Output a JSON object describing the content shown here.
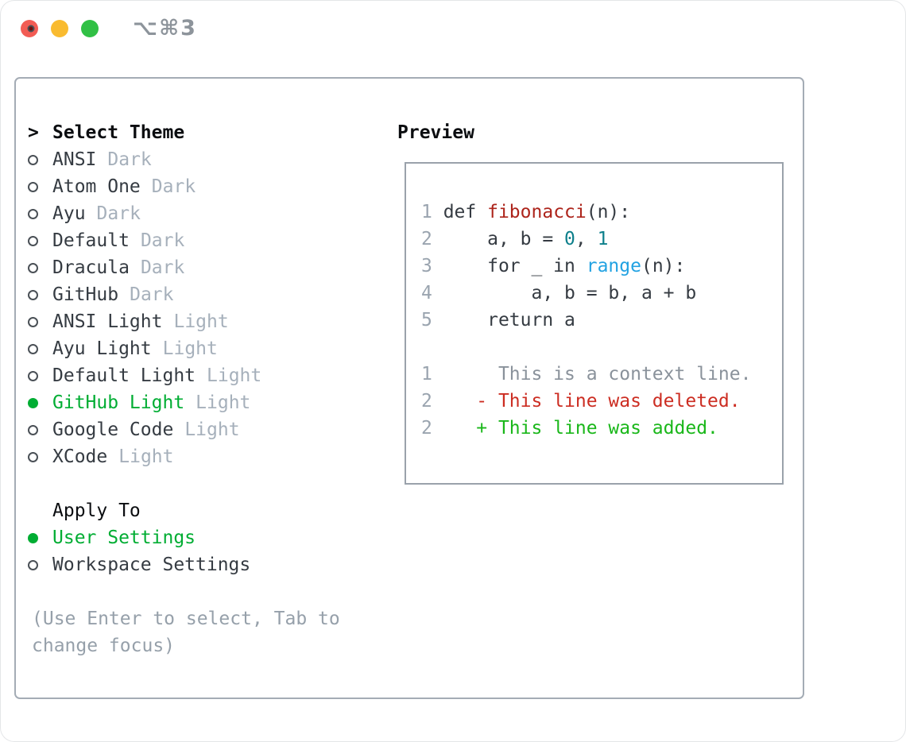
{
  "colors": {
    "ink-header": "#0b0d10",
    "ink": "#353b42",
    "tag": "#a6b0bb",
    "help": "#96a0aa",
    "green-select": "#00ad33",
    "green-add": "#1ab71a",
    "red-del": "#cc2d22",
    "red-fn": "#ad241b",
    "teal-num": "#0d7f8b",
    "blue-builtin": "#22a2e2",
    "gray-ln": "#9aa4af",
    "gray-ctx": "#8a929b",
    "panel-border": "#a4acb5",
    "box-border": "#9aa2ab",
    "tl-red": "#f25c54",
    "tl-red-dot": "#6e0f0b",
    "tl-yellow": "#f9bb30",
    "tl-green": "#31c045",
    "shortcut": "#8d949b"
  },
  "titlebar": {
    "shortcut": "⌥⌘3"
  },
  "theme_panel": {
    "title_prefix": ">",
    "title": "Select Theme",
    "themes": [
      {
        "name": "ANSI",
        "tag": "Dark",
        "selected": false
      },
      {
        "name": "Atom One",
        "tag": "Dark",
        "selected": false
      },
      {
        "name": "Ayu",
        "tag": "Dark",
        "selected": false
      },
      {
        "name": "Default",
        "tag": "Dark",
        "selected": false
      },
      {
        "name": "Dracula",
        "tag": "Dark",
        "selected": false
      },
      {
        "name": "GitHub",
        "tag": "Dark",
        "selected": false
      },
      {
        "name": "ANSI Light",
        "tag": "Light",
        "selected": false
      },
      {
        "name": "Ayu Light",
        "tag": "Light",
        "selected": false
      },
      {
        "name": "Default Light",
        "tag": "Light",
        "selected": false
      },
      {
        "name": "GitHub Light",
        "tag": "Light",
        "selected": true
      },
      {
        "name": "Google Code",
        "tag": "Light",
        "selected": false
      },
      {
        "name": "XCode",
        "tag": "Light",
        "selected": false
      }
    ],
    "apply_to": {
      "title": "Apply To",
      "options": [
        {
          "name": "User Settings",
          "selected": true
        },
        {
          "name": "Workspace Settings",
          "selected": false
        }
      ]
    },
    "help": "(Use Enter to select, Tab to change focus)"
  },
  "preview": {
    "title": "Preview",
    "lines": [
      {
        "segs": [
          [
            "ln",
            "1"
          ],
          [
            "pl",
            " def "
          ],
          [
            "fn",
            "fibonacci"
          ],
          [
            "pl",
            "(n):"
          ]
        ]
      },
      {
        "segs": [
          [
            "ln",
            "2"
          ],
          [
            "pl",
            "     a, b = "
          ],
          [
            "nm",
            "0"
          ],
          [
            "pl",
            ", "
          ],
          [
            "nm",
            "1"
          ]
        ]
      },
      {
        "segs": [
          [
            "ln",
            "3"
          ],
          [
            "pl",
            "     for _ in "
          ],
          [
            "bi",
            "range"
          ],
          [
            "pl",
            "(n):"
          ]
        ]
      },
      {
        "segs": [
          [
            "ln",
            "4"
          ],
          [
            "pl",
            "         a, b = b, a + b"
          ]
        ]
      },
      {
        "segs": [
          [
            "ln",
            "5"
          ],
          [
            "pl",
            "     return a"
          ]
        ]
      },
      {
        "segs": []
      },
      {
        "segs": [
          [
            "ln",
            "1"
          ],
          [
            "ctx",
            "      This is a context line."
          ]
        ]
      },
      {
        "segs": [
          [
            "ln",
            "2"
          ],
          [
            "pl",
            "    "
          ],
          [
            "del",
            "- This line was deleted."
          ]
        ]
      },
      {
        "segs": [
          [
            "ln",
            "2"
          ],
          [
            "pl",
            "    "
          ],
          [
            "add",
            "+ This line was added."
          ]
        ]
      }
    ]
  }
}
